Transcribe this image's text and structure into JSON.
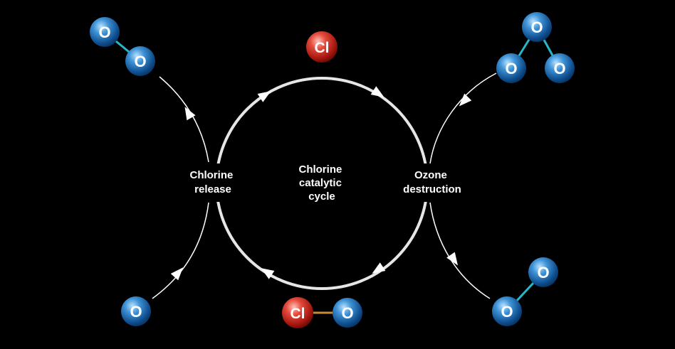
{
  "diagram": {
    "center_label": [
      "Chlorine",
      "catalytic",
      "cycle"
    ],
    "left_label": [
      "Chlorine",
      "release"
    ],
    "right_label": [
      "Ozone",
      "destruction"
    ]
  },
  "atoms": {
    "oxygen_symbol": "O",
    "chlorine_symbol": "Cl"
  },
  "colors": {
    "background": "#000000",
    "ring": "#e6e6e6",
    "path": "#ffffff",
    "oxygen": "#2a7fc4",
    "chlorine": "#d8312a",
    "o_o_bond": "#27b7c9",
    "cl_o_bond": "#c98a3c"
  }
}
